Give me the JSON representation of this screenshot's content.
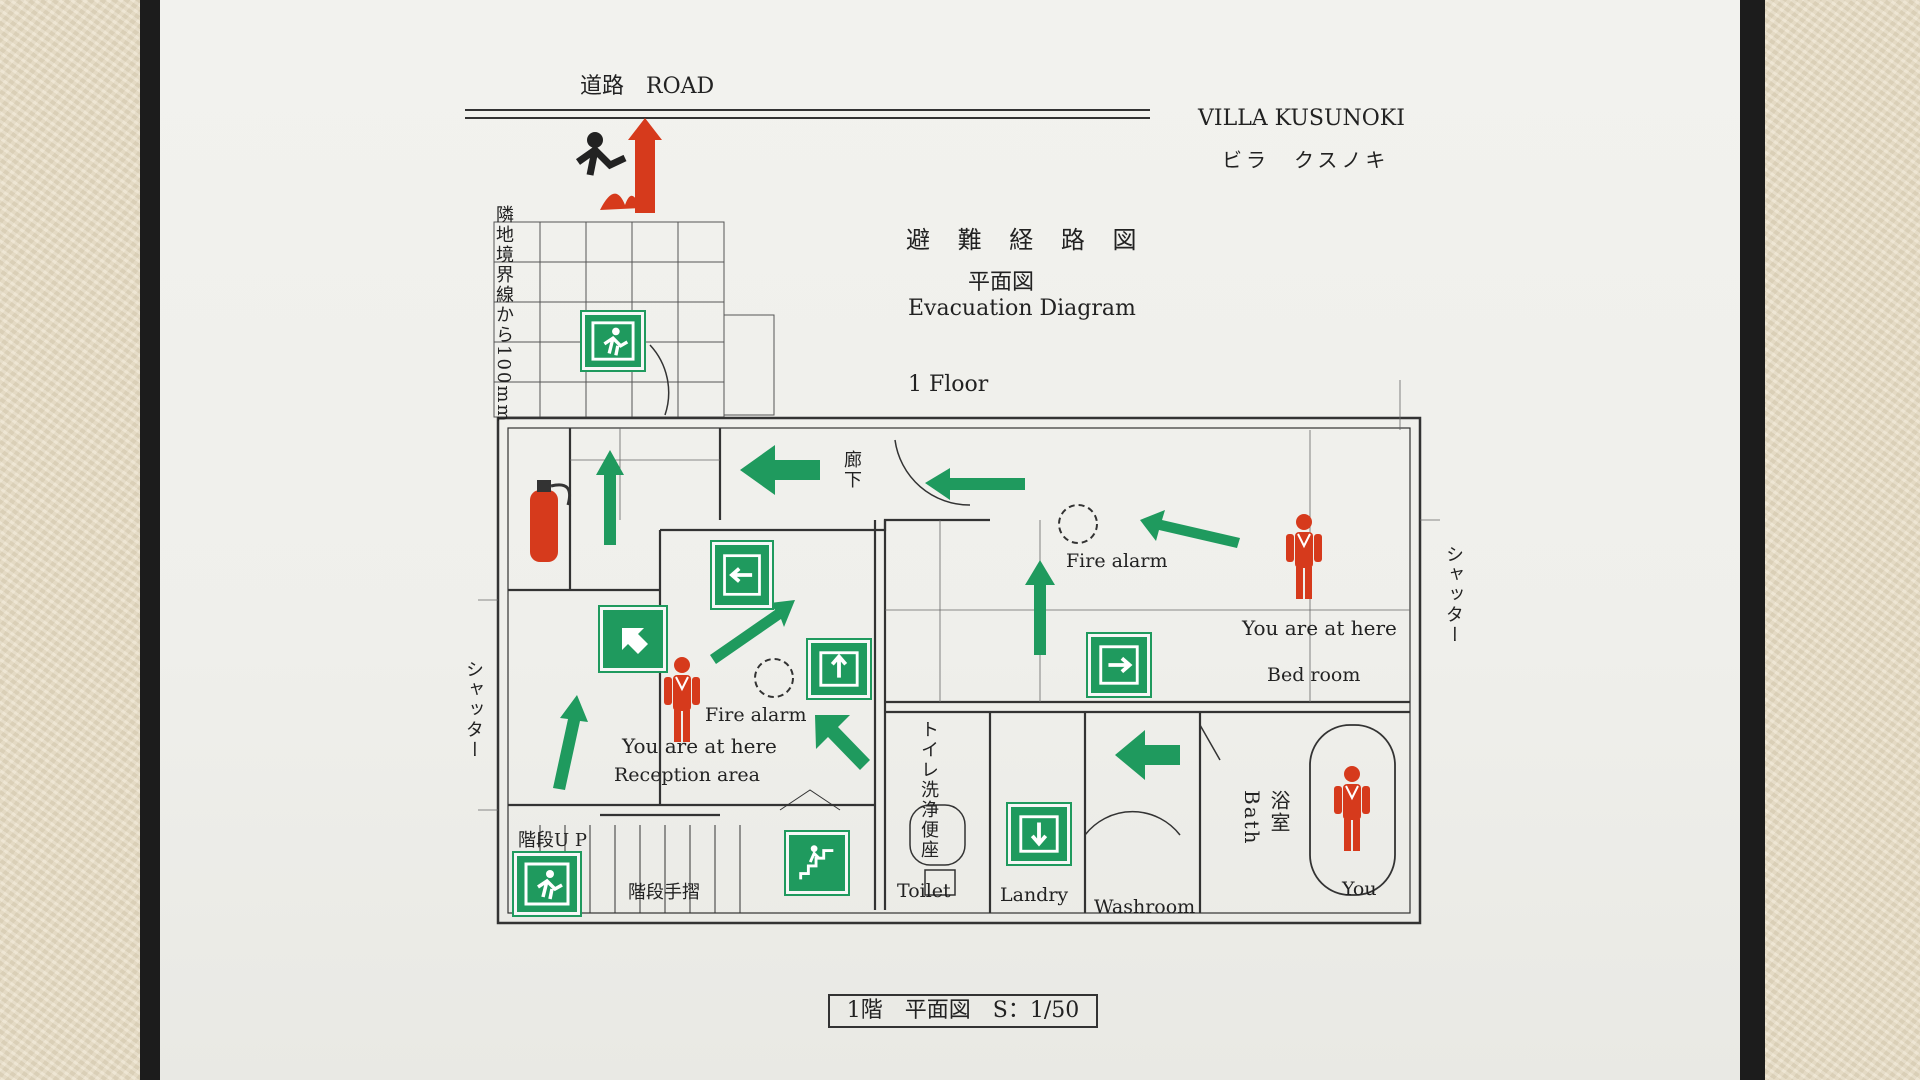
{
  "header": {
    "road_label": "道路　ROAD",
    "villa_name_en": "VILLA KUSUNOKI",
    "villa_name_jp": "ビラ　クスノキ"
  },
  "title": {
    "jp": "避 難 経 路 図",
    "plan_jp": "平面図",
    "en": "Evacuation Diagram",
    "floor": "1 Floor"
  },
  "labels": {
    "boundary": "隣地境界線から100mm",
    "hallway": "廊下",
    "shutter_left": "シャッター",
    "shutter_right": "シャッター",
    "fire_alarm_1": "Fire alarm",
    "fire_alarm_2": "Fire alarm",
    "you_here_reception": "You are at here",
    "reception": "Reception area",
    "you_here_bedroom": "You are at here",
    "bedroom": "Bed room",
    "toilet_jp": "トイレ洗浄便座",
    "toilet": "Toilet",
    "laundry": "Landry",
    "washroom": "Washroom",
    "bath_jp": "浴室",
    "bath": "Bath",
    "you_bath": "You",
    "stairs_up": "階段U P",
    "handrail": "階段手摺",
    "emergency_exit": "EXIT"
  },
  "footer": {
    "scale": "1階　平面図　S：1/50"
  },
  "colors": {
    "exit_green": "#1f9a5e",
    "person_red": "#d63a1c",
    "line": "#333333"
  }
}
